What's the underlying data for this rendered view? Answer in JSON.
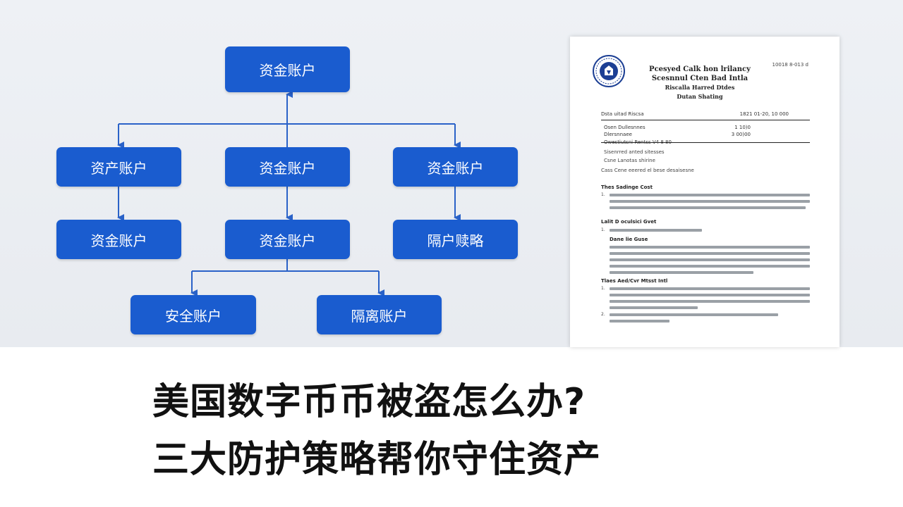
{
  "diagram": {
    "nodes": [
      {
        "id": "root",
        "label": "资金账户"
      },
      {
        "id": "l2-left",
        "label": "资产账户"
      },
      {
        "id": "l2-mid",
        "label": "资金账户"
      },
      {
        "id": "l2-right",
        "label": "资金账户"
      },
      {
        "id": "l3-left",
        "label": "资金账户"
      },
      {
        "id": "l3-mid",
        "label": "资金账户"
      },
      {
        "id": "l3-right",
        "label": "隔户赎略"
      },
      {
        "id": "l4-left",
        "label": "安全账户"
      },
      {
        "id": "l4-right",
        "label": "隔离账户"
      }
    ],
    "edges": [
      {
        "from": "l2-left",
        "to": "root"
      },
      {
        "from": "l2-mid",
        "to": "root"
      },
      {
        "from": "l2-right",
        "to": "root"
      },
      {
        "from": "l2-left",
        "to": "l3-left"
      },
      {
        "from": "l2-mid",
        "to": "l3-mid"
      },
      {
        "from": "l2-right",
        "to": "l3-right"
      },
      {
        "from": "l3-mid",
        "to": "l4-left"
      },
      {
        "from": "l3-mid",
        "to": "l4-right"
      }
    ],
    "node_color": "#1a5ccf",
    "line_color": "#2a62c8"
  },
  "document": {
    "title_lines": [
      "Pcesyed Calk hon lrilancy",
      "Scesnnul Cten Bad Intla",
      "Riscalla Harred Dtdes",
      "Dutan Shating"
    ],
    "ref": "10018 8-013 d",
    "meta_head_left": "Dsta uitad Riscsa",
    "meta_head_right": "1821 01-20, 10 000",
    "meta_rows": [
      {
        "label": "Osen Dullesnnes",
        "value": "1 10)0"
      },
      {
        "label": "Dlersnnaee",
        "value": "3 00)00"
      },
      {
        "label": "Owestiutsni Rentss V4 8 80",
        "value": ""
      }
    ],
    "lines": [
      "Sisenrred anted sitesses",
      "Csne Lanotas shirine",
      "Cass Cene eeered el bese desaisesne"
    ],
    "sections": [
      "Thes Sadinge Cost",
      "Lalit D oculsici Gvet",
      "Dane lie Guse",
      "Tlaes Aed/Cvr Mtsst Intl"
    ],
    "seal_color": "#1c3f94"
  },
  "headline": {
    "line1": "美国数字币币被盗怎么办?",
    "line2": "三大防护策略帮你守住资产"
  }
}
